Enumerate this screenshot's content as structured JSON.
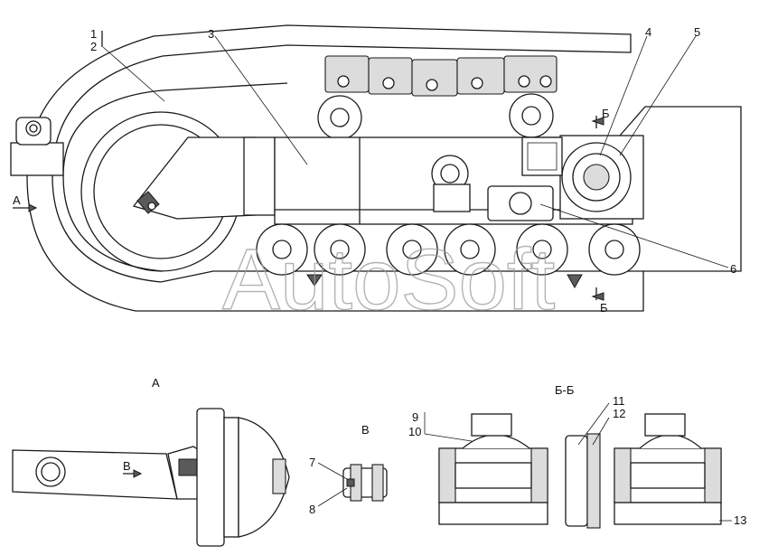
{
  "watermark": "AutoSoft",
  "callouts": {
    "c1": "1",
    "c2": "2",
    "c3": "3",
    "c4": "4",
    "c5": "5",
    "c6": "6",
    "c7": "7",
    "c8": "8",
    "c9": "9",
    "c10": "10",
    "c11": "11",
    "c12": "12",
    "c13": "13"
  },
  "view_marks": {
    "arrow_a": "А",
    "arrow_b_top": "Б",
    "arrow_b_bottom": "Б",
    "arrow_v": "В"
  },
  "view_titles": {
    "view_a": "А",
    "view_v": "В",
    "section_bb": "Б-Б"
  }
}
